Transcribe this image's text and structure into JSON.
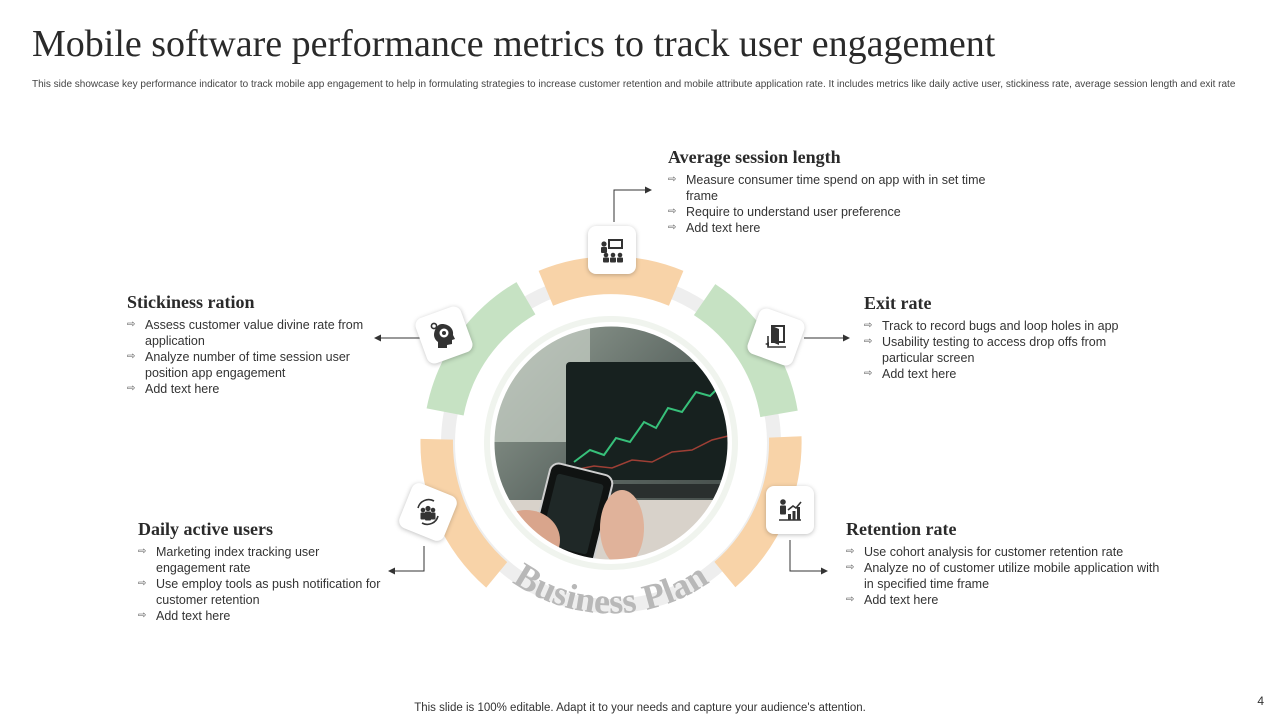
{
  "header": {
    "title": "Mobile software performance metrics to track user engagement",
    "subtitle": "This side showcase key performance indicator to track mobile app engagement to help in formulating strategies to increase customer retention and mobile attribute application rate. It includes metrics like daily active user, stickiness rate, average session length and exit rate"
  },
  "center": {
    "arc_label": "Business Plan",
    "image": "photo of hands holding a smartphone showing a trading app in front of a laptop with a stock chart"
  },
  "colors": {
    "peach": "#f8d3a8",
    "green": "#c6e2c3",
    "ring": "#eeeeee",
    "arc_text": "#b8b8b8"
  },
  "metrics": {
    "top": {
      "title": "Average session length",
      "icon": "presentation-audience-icon",
      "points": [
        "Measure consumer time spend on app with in set time frame",
        "Require to understand user preference",
        "Add text here"
      ]
    },
    "left": {
      "title": "Stickiness ration",
      "icon": "head-gear-icon",
      "points": [
        "Assess customer value divine rate from application",
        "Analyze number of time session user position app engagement",
        "Add text here"
      ]
    },
    "right": {
      "title": "Exit rate",
      "icon": "exit-door-icon",
      "points": [
        "Track to record bugs and loop holes in app",
        "Usability testing to access drop offs  from particular screen",
        "Add text here"
      ]
    },
    "bottom_left": {
      "title": "Daily active users",
      "icon": "users-cycle-icon",
      "points": [
        "Marketing index tracking user engagement rate",
        "Use employ tools as push notification for customer retention",
        "Add text here"
      ]
    },
    "bottom_right": {
      "title": "Retention rate",
      "icon": "growth-chart-icon",
      "points": [
        "Use cohort analysis for customer retention rate",
        "Analyze no of customer utilize mobile application with in specified time frame",
        "Add text here"
      ]
    }
  },
  "footer": {
    "note": "This slide is 100% editable. Adapt it to your needs and capture your audience's attention.",
    "page": "4"
  }
}
